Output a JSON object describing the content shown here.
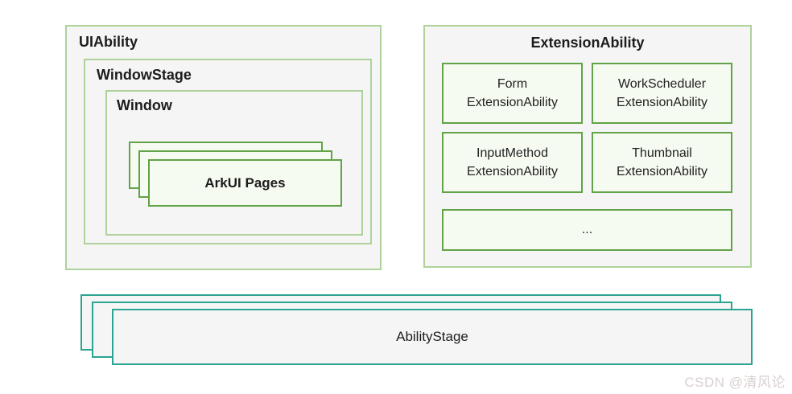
{
  "diagram": {
    "uiability": {
      "title": "UIAbility",
      "window_stage": {
        "title": "WindowStage",
        "window": {
          "title": "Window",
          "arkui_pages_label": "ArkUI Pages"
        }
      }
    },
    "extension_ability": {
      "title": "ExtensionAbility",
      "cells": [
        {
          "label": "Form\nExtensionAbility"
        },
        {
          "label": "WorkScheduler\nExtensionAbility"
        },
        {
          "label": "InputMethod\nExtensionAbility"
        },
        {
          "label": "Thumbnail\nExtensionAbility"
        }
      ],
      "more_label": "..."
    },
    "ability_stage": {
      "label": "AbilityStage"
    }
  },
  "watermark": "CSDN @清风论",
  "colors": {
    "container_border": "#aed29a",
    "container_fill": "#f5f5f6",
    "leaf_border": "#61a346",
    "leaf_fill": "#f6fbf1",
    "stage_border": "#2ba491",
    "stage_fill": "#f5f5f6",
    "title_text": "#1c1c1c",
    "watermark_text": "#d9d0d0",
    "page_background": "#ffffff"
  }
}
